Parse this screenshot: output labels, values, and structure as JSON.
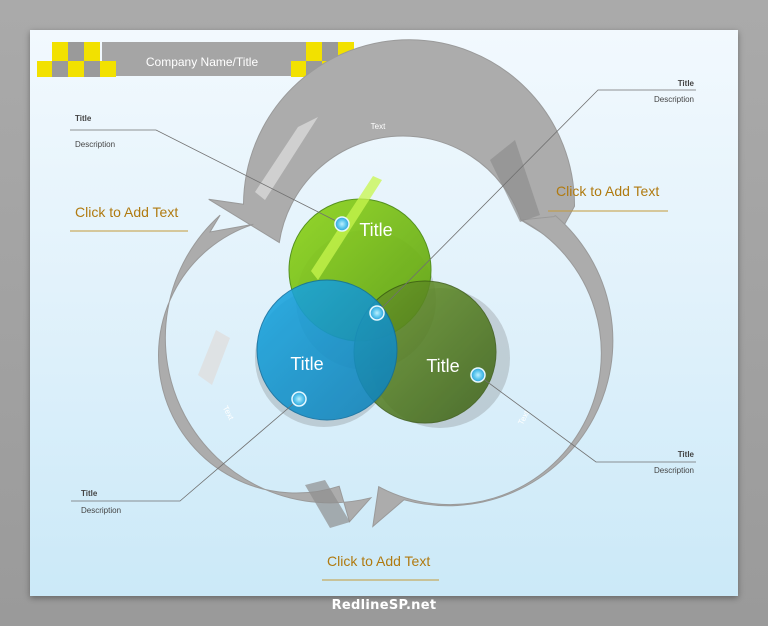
{
  "header": {
    "title": "Company Name/Title",
    "colors": {
      "band": "#a5a5a5",
      "checker_yellow": "#f2e100",
      "checker_gray": "#9a9a9a"
    }
  },
  "circles": [
    {
      "id": "green",
      "label": "Title",
      "color": "#74c01d"
    },
    {
      "id": "blue",
      "label": "Title",
      "color": "#1497d3"
    },
    {
      "id": "olive",
      "label": "Title",
      "color": "#4e7a1c"
    }
  ],
  "arrow_labels": [
    "Text",
    "Text",
    "Text"
  ],
  "callouts": [
    {
      "title": "Title",
      "description": "Description"
    },
    {
      "title": "Title",
      "description": "Description"
    },
    {
      "title": "Title",
      "description": "Description"
    },
    {
      "title": "Title",
      "description": "Description"
    }
  ],
  "click_texts": [
    "Click to Add Text",
    "Click to Add Text",
    "Click to Add Text"
  ],
  "colors": {
    "accent_text": "#b07a10",
    "ring": "#ababab",
    "callout_line": "#707070"
  },
  "watermark": "RedlineSP.net"
}
